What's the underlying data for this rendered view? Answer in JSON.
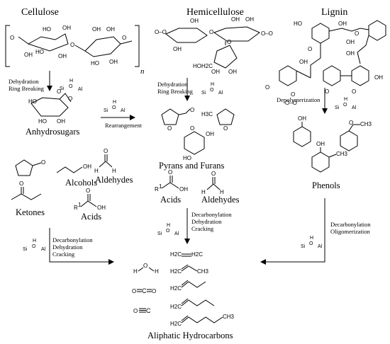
{
  "headers": {
    "cellulose": "Cellulose",
    "hemicellulose": "Hemicellulose",
    "lignin": "Lignin"
  },
  "cellulose_polymer": {
    "subscript": "n"
  },
  "steps": {
    "cell_step1_line1": "Dehydration",
    "cell_step1_line2": "Ring Breaking",
    "hemi_step1_line1": "Dehydration",
    "hemi_step1_line2": "Ring Breaking",
    "rearrangement": "Rearrangement",
    "depolymerization": "Depolymerization",
    "cell_final_line1": "Decarbonylation",
    "cell_final_line2": "Dehydration",
    "cell_final_line3": "Cracking",
    "hemi_final_line1": "Decarbonylation",
    "hemi_final_line2": "Dehydration",
    "hemi_final_line3": "Cracking",
    "lig_final_line1": "Decarbonylation",
    "lig_final_line2": "Oligomerization"
  },
  "catalyst": {
    "si": "Si",
    "o": "O",
    "h": "H",
    "al": "Al",
    "plus": "+"
  },
  "products": {
    "anhydrosugars": "Anhydrosugars",
    "alcohols": "Alcohols",
    "aldehydes_left": "Aldehydes",
    "ketones": "Ketones",
    "acids_left": "Acids",
    "pyrans_furans": "Pyrans and Furans",
    "acids_mid": "Acids",
    "aldehydes_mid": "Aldehydes",
    "phenols": "Phenols",
    "aliphatic": "Aliphatic Hydrocarbons"
  },
  "atoms": {
    "O": "O",
    "OH": "OH",
    "HO": "HO",
    "H": "H",
    "R": "R",
    "one": "1",
    "CH3": "CH3",
    "H2C": "H2C",
    "H3C": "H3C",
    "HO2HC": "HOH2C",
    "OO": "O–O"
  }
}
